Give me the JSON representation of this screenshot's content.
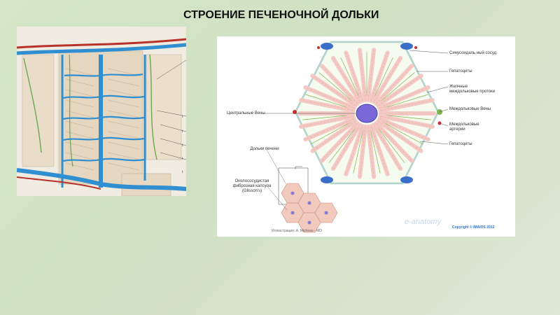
{
  "slide": {
    "title": "СТРОЕНИЕ ПЕЧЕНОЧНОЙ ДОЛЬКИ"
  },
  "left_illustration": {
    "label_marks": [
      "ı",
      "ı",
      "ı",
      "ı",
      "ı"
    ]
  },
  "lobule_diagram": {
    "labels": {
      "sinusoid": "Синусоидаль ный сосуд",
      "hepatocytes_top": "Гепатоциты",
      "bile_ducts": "Желчные\nмеждольковые протоки",
      "interlobular_veins": "Междольковые Вены",
      "interlobular_arteries": "Междольковые\nартерии",
      "hepatocytes_bottom": "Гепатоциты",
      "central_veins": "Центральные Вены",
      "liver_lobules": "Дольки печени",
      "glisson_capsule": "Околососудистая\nфиброзная капсула\n(Glisson's)"
    },
    "footer_credit": "Иллюстрация: A. Micheau - MD",
    "copyright": "Copyright © IMAIOS 2012",
    "brand": "e-anatomy"
  },
  "colors": {
    "background": "#d6e7c9",
    "vein_blue": "#2f8fd0",
    "portal_vein": "#3a6fc9",
    "central_vein": "#7b68d8",
    "artery_red": "#c9302c",
    "bile_green": "#7fb24a",
    "hepatocyte_pink": "#f4c9c4",
    "sinusoid_border": "#e0a9a4"
  },
  "icons": [
    "vessel-network-illustration",
    "hexagon-lobule-diagram"
  ]
}
